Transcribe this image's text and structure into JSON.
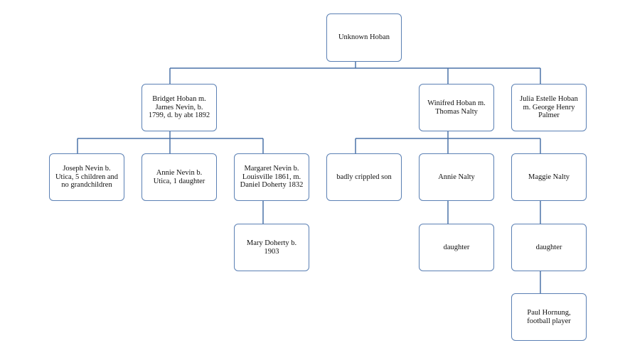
{
  "tree": {
    "root": "Unknown Hoban",
    "bridget": "Bridget Hoban m. James Nevin, b. 1799, d. by abt 1892",
    "winifred": "Winifred Hoban m. Thomas Nalty",
    "julia": "Julia Estelle Hoban m. George Henry Palmer",
    "joseph": "Joseph Nevin b. Utica, 5 children and no grandchildren",
    "annie_nevin": "Annie Nevin b. Utica, 1 daughter",
    "margaret": "Margaret Nevin b. Louisville 1861, m. Daniel Doherty 1832",
    "mary": "Mary Doherty b. 1903",
    "crippled_son": "badly crippled son",
    "annie_nalty": "Annie Nalty",
    "maggie": "Maggie Nalty",
    "annie_daughter": "daughter",
    "maggie_daughter": "daughter",
    "paul": "Paul Hornung, football player"
  },
  "colors": {
    "connector": "#4a72a8",
    "border": "#5b80b4"
  }
}
